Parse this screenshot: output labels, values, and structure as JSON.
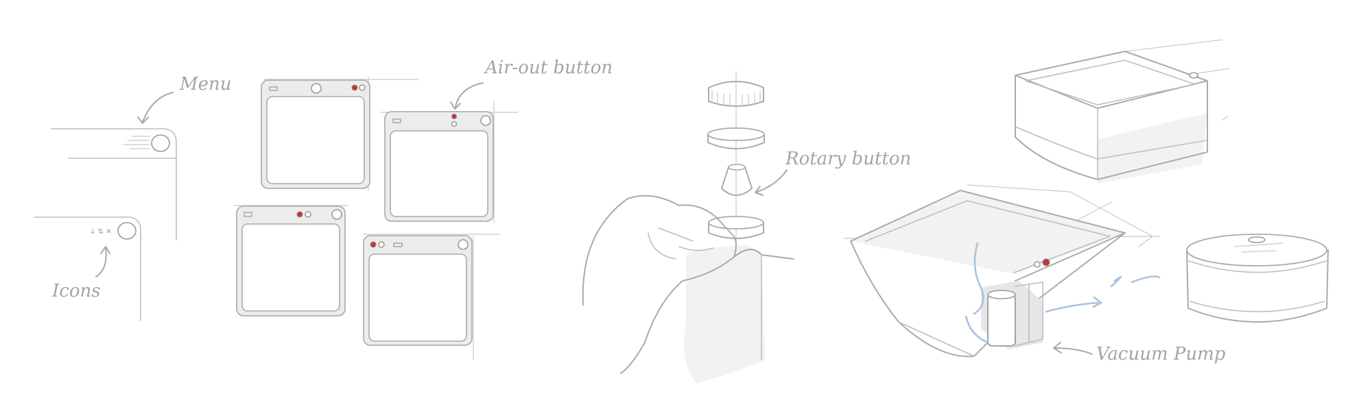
{
  "labels": {
    "menu": "Menu",
    "icons": "Icons",
    "air_out_button": "Air-out button",
    "rotary_button": "Rotary button",
    "vacuum_pump": "Vacuum Pump"
  },
  "colors": {
    "sketch_line": "#bdbdbd",
    "label_text": "#a4a4a4",
    "indicator_red": "#c8333a",
    "airflow_blue": "#a9c3dd"
  }
}
